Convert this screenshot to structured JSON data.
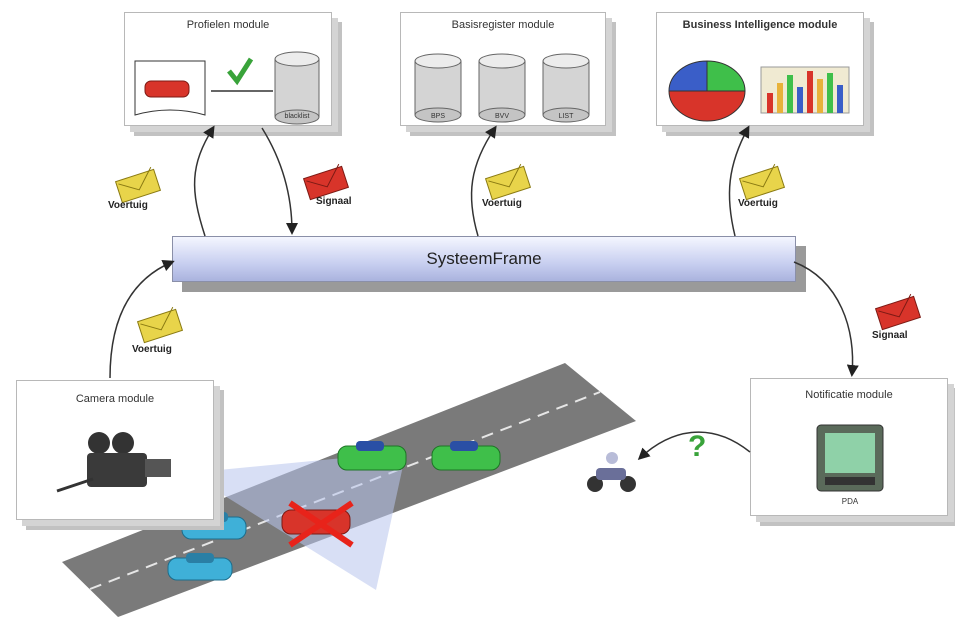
{
  "modules": {
    "profielen": {
      "title": "Profielen module",
      "db_label": "blacklist"
    },
    "basisregister": {
      "title": "Basisregister module",
      "db_labels": [
        "BPS",
        "BVV",
        "LIST"
      ]
    },
    "bi": {
      "title": "Business Intelligence module"
    },
    "camera": {
      "title": "Camera module"
    },
    "notificatie": {
      "title": "Notificatie module",
      "device_label": "PDA"
    }
  },
  "frame": {
    "label": "SysteemFrame"
  },
  "messages": {
    "voertuig": "Voertuig",
    "signaal": "Signaal"
  },
  "question_mark": "?",
  "colors": {
    "envelope_yellow": "#e8d44a",
    "envelope_red": "#d8342a",
    "check_green": "#39a33a",
    "frame_blue": "#c8cff0",
    "road": "#7a7a7a"
  }
}
